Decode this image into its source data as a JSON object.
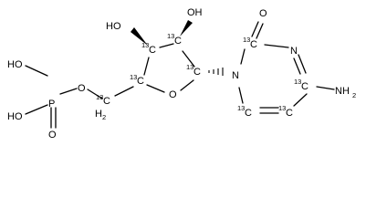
{
  "molecule": {
    "atoms": {
      "oh_top_left": "HO",
      "oh_top_right": "OH",
      "ho_phosphate_top": "HO",
      "ho_phosphate_bottom": "HO",
      "phosphorus": "P",
      "o_ester": "O",
      "o_p_double": "O",
      "o_ring": "O",
      "n1": "N",
      "n3": "N",
      "nh2": "NH",
      "nh2_sub": "2",
      "o_carbonyl": "O",
      "h2_sym": "H",
      "h2_sub": "2",
      "iso_label": "13",
      "carbon": "C",
      "iso_c5prime": "13",
      "c5prime": "C",
      "iso_c4prime": "13",
      "c4prime": "C",
      "iso_c3prime": "13",
      "c3prime": "C",
      "iso_c2prime": "13",
      "c2prime": "C",
      "iso_c1prime": "13",
      "c1prime": "C",
      "iso_c2": "13",
      "c2": "C",
      "iso_c4": "13",
      "c4": "C",
      "iso_c5": "13",
      "c5": "C",
      "iso_c6": "13",
      "c6": "C"
    }
  }
}
